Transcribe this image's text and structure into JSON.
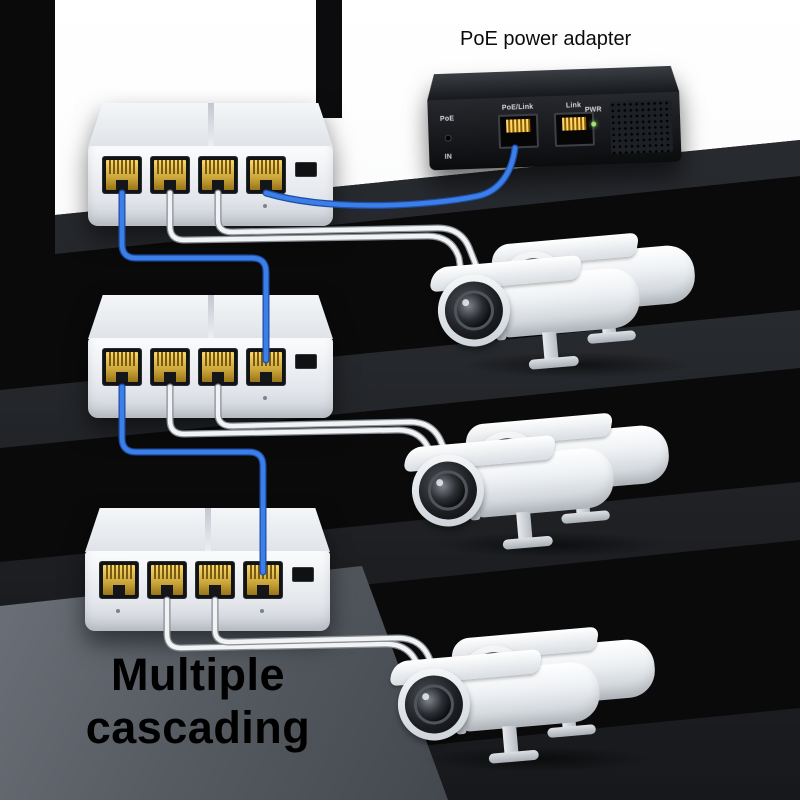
{
  "scene": {
    "description": "PoE switch multiple cascading wiring diagram",
    "caption": {
      "line1": "Multiple",
      "line2": "cascading"
    }
  },
  "adapter": {
    "title": "PoE power adapter",
    "port_labels": [
      "PoE/Link",
      "Link"
    ],
    "poe_label": "PoE",
    "pwr_label": "PWR",
    "in_label": "IN",
    "port_count": 2
  },
  "switches": [
    {
      "name": "poe-switch-1",
      "port_count": 4
    },
    {
      "name": "poe-switch-2",
      "port_count": 4
    },
    {
      "name": "poe-switch-3",
      "port_count": 4
    }
  ],
  "camera_pairs": [
    {
      "name": "camera-pair-1",
      "count": 2
    },
    {
      "name": "camera-pair-2",
      "count": 2
    },
    {
      "name": "camera-pair-3",
      "count": 2
    }
  ],
  "colors": {
    "cable_blue": "#3d7fe8",
    "cable_white": "#f1f3f4",
    "port_gold": "#e4b53e",
    "device_white": "#eef1f4",
    "adapter_black": "#1b1d21",
    "background": "#0a0a0b",
    "step_gray": "#34383e"
  }
}
